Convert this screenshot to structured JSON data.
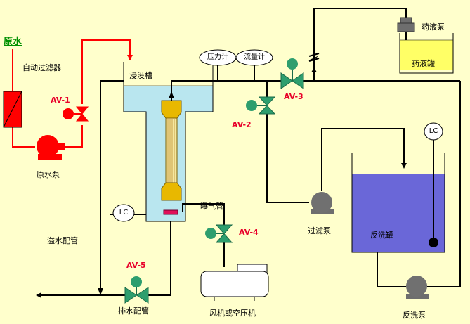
{
  "raw_water": "原水",
  "auto_filter": "自动过滤器",
  "raw_pump": "原水泵",
  "immersion_tank": "浸没槽",
  "pressure_gauge": "压力计",
  "flow_meter": "流量计",
  "chemical_pump": "药液泵",
  "chemical_tank": "药液罐",
  "aeration_pipe": "曝气管",
  "level_controller": "LC",
  "overflow_pipe": "溢水配管",
  "drain_pipe": "排水配管",
  "blower": "风机或空压机",
  "filter_pump": "过滤泵",
  "backwash_tank": "反洗罐",
  "backwash_pump": "反洗泵",
  "valves": {
    "av1": "AV-1",
    "av2": "AV-2",
    "av3": "AV-3",
    "av4": "AV-4",
    "av5": "AV-5"
  },
  "colors": {
    "background": "#FFFFCC",
    "raw_water_line": "#FF0000",
    "valve_green": "#2E9E6E",
    "tank_water": "#B9E6EF",
    "backwash_water": "#6A67D8",
    "pump_gray": "#6E6E6E",
    "module_gold": "#E8B800"
  }
}
